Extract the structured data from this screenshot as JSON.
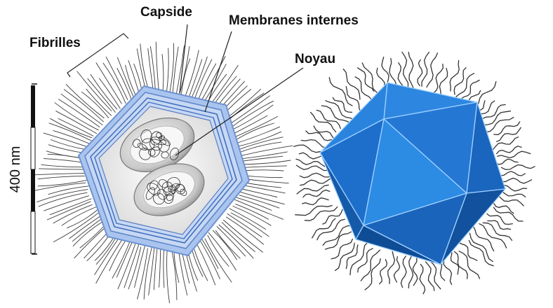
{
  "labels": {
    "fibrilles": "Fibrilles",
    "capside": "Capside",
    "membranes": "Membranes internes",
    "noyau": "Noyau",
    "scale": "400 nm"
  },
  "colors": {
    "capsid_outer": "#a9c4ee",
    "capsid_stroke": "#5d84c8",
    "membrane": "#3f6fbf",
    "interior": "#ececec",
    "nucleus": "#d2d2d2",
    "icosa_light": "#3a93e6",
    "icosa_mid": "#1f72cc",
    "icosa_dark": "#0f4f9a",
    "fiber": "#3a3a3a"
  }
}
